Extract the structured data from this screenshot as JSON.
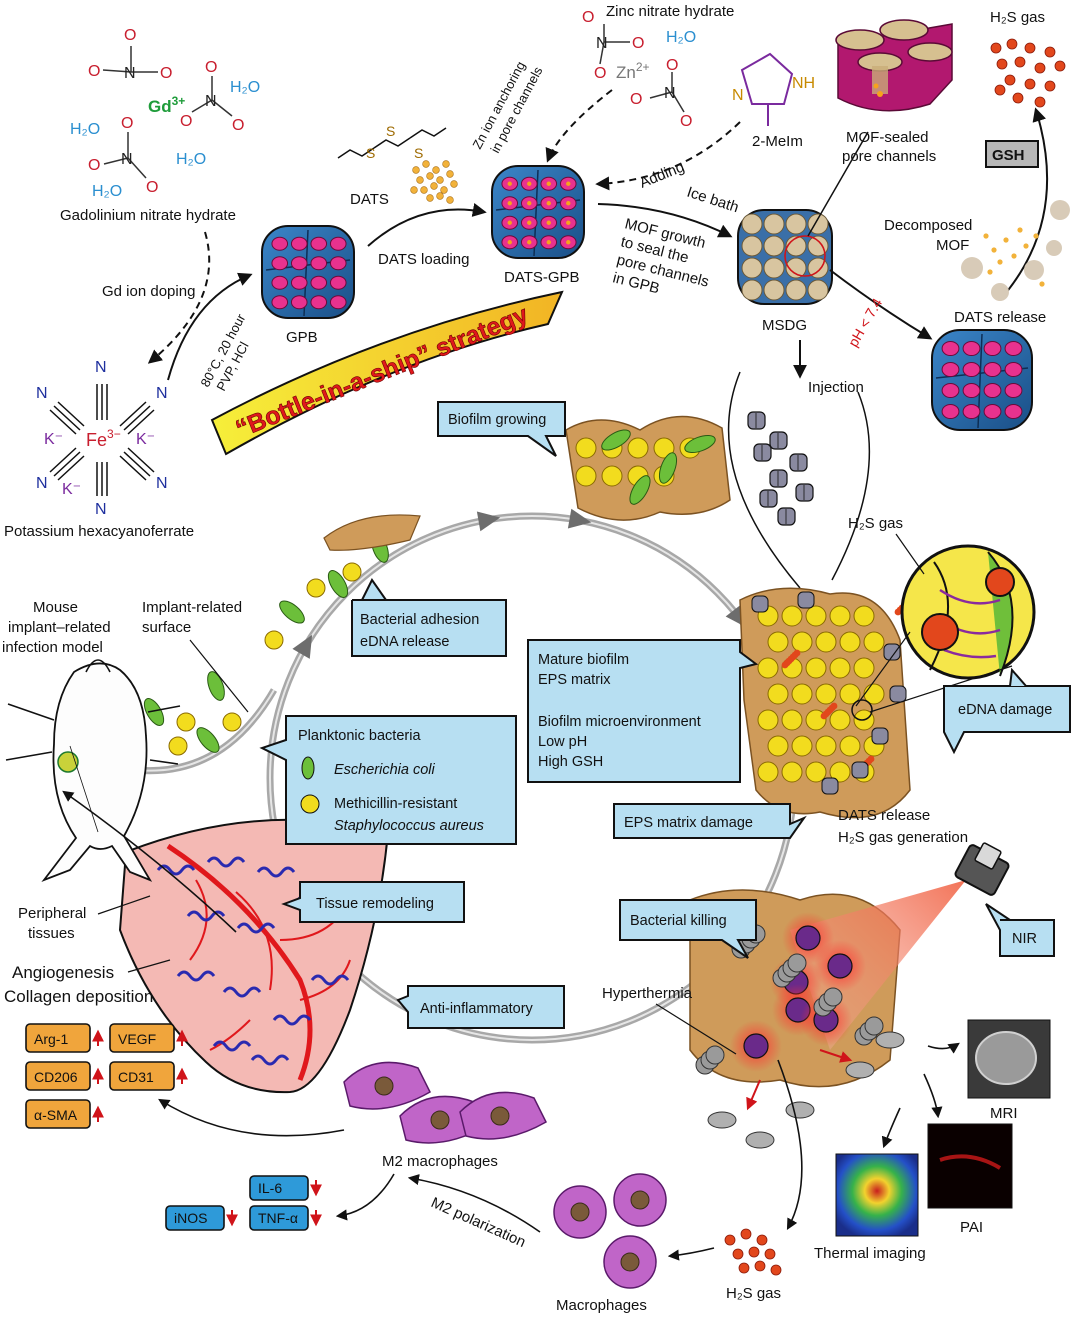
{
  "chemicals": {
    "gadolinium": {
      "label": "Gadolinium nitrate hydrate",
      "ion": "Gd",
      "ion_sup": "3+",
      "water": "H₂O"
    },
    "zinc": {
      "label": "Zinc nitrate hydrate",
      "ion": "Zn",
      "ion_sup": "2+",
      "water": "H₂O"
    },
    "potassium": {
      "label": "Potassium hexacyanoferrate",
      "center": "Fe",
      "center_sup": "3−",
      "k": "K⁻",
      "n": "N"
    },
    "nitrate": {
      "o": "O",
      "n": "N",
      "minus": "−",
      "plus": "+"
    },
    "mim": {
      "label": "2-MeIm",
      "n": "N",
      "nh": "NH"
    },
    "dats": "DATS",
    "s": "S"
  },
  "synthesis": {
    "gd_doping": "Gd ion doping",
    "conditions": [
      "80°C, 20 hour",
      "PVP, HCl"
    ],
    "gpb": "GPB",
    "dats_loading": "DATS loading",
    "dats_gpb": "DATS-GPB",
    "zn_anchor": [
      "Zn ion anchoring",
      "in pore channels"
    ],
    "adding": "Adding",
    "ice_bath": "Ice bath",
    "mof_growth": [
      "MOF growth",
      "to seal the",
      "pore channels",
      "in GPB"
    ],
    "msdg": "MSDG",
    "mof_sealed": [
      "MOF-sealed",
      "pore channels"
    ],
    "strategy_banner": "“Bottle-in-a-ship” strategy",
    "h2s_gas": "H₂S gas",
    "gsh": "GSH",
    "decomposed_mof": [
      "Decomposed",
      "MOF"
    ],
    "dats_release": "DATS release",
    "ph": "pH < 7.4",
    "injection": "Injection"
  },
  "cycle": {
    "biofilm_growing": "Biofilm growing",
    "bacterial_adhesion": [
      "Bacterial adhesion",
      "eDNA release"
    ],
    "mature_biofilm": [
      "Mature biofilm",
      "EPS matrix",
      "",
      "Biofilm microenvironment",
      "Low pH",
      "High GSH"
    ],
    "planktonic": {
      "title": "Planktonic bacteria",
      "ecoli": "Escherichia coli",
      "mrsa": [
        "Methicillin-resistant",
        "Staphylococcus aureus"
      ]
    },
    "eps_damage": "EPS matrix damage",
    "bacterial_killing": "Bacterial killing",
    "tissue_remodeling": "Tissue remodeling",
    "anti_inflammatory": "Anti-inflammatory",
    "edna_damage": "eDNA damage",
    "h2s_gas_zoom": "H₂S gas",
    "dats_release_gen": [
      "DATS release",
      "H₂S gas generation"
    ],
    "nir": "NIR",
    "hyperthermia": "Hyperthermia"
  },
  "left": {
    "mouse_model": [
      "Mouse",
      "implant–related",
      "infection model"
    ],
    "implant_surface": [
      "Implant-related",
      "surface"
    ],
    "peripheral": [
      "Peripheral",
      "tissues"
    ],
    "angiogenesis": "Angiogenesis",
    "collagen": "Collagen deposition",
    "up_markers": [
      "Arg-1",
      "VEGF",
      "CD206",
      "CD31",
      "α-SMA"
    ]
  },
  "bottom": {
    "m2_macrophages": "M2 macrophages",
    "down_markers": [
      "IL-6",
      "iNOS",
      "TNF-α"
    ],
    "m2_polarization": "M2 polarization",
    "macrophages": "Macrophages",
    "h2s_gas_bottom": "H₂S gas",
    "thermal_imaging": "Thermal imaging",
    "pai": "PAI",
    "mri": "MRI"
  },
  "colors": {
    "callout_fill": "#b7dff2",
    "marker_up": "#f0a53c",
    "marker_down": "#2e9ad9",
    "arrow_red": "#d0141a",
    "banner_red": "#e0181c",
    "gpb_blue": "#1e5f9e",
    "pore_pink": "#e8328e",
    "tissue_pink": "#f4b9b4"
  }
}
